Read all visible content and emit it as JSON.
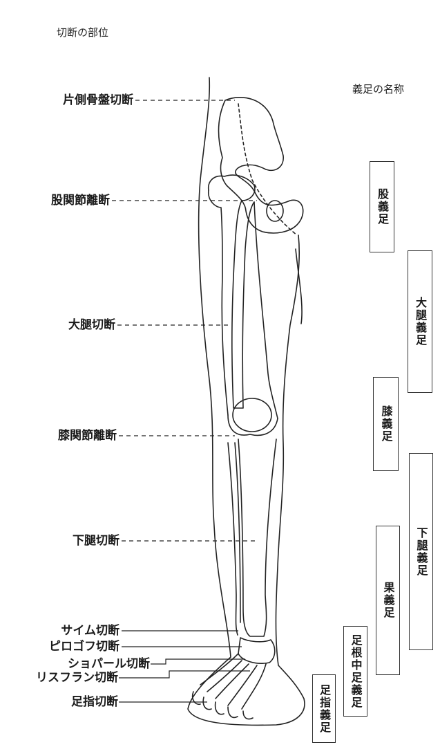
{
  "headers": {
    "amputation_level": "切断の部位",
    "prosthesis_name": "義足の名称"
  },
  "amputation_levels": [
    "片側骨盤切断",
    "股関節離断",
    "大腿切断",
    "膝関節離断",
    "下腿切断",
    "サイム切断",
    "ピロゴフ切断",
    "ショパール切断",
    "リスフラン切断",
    "足指切断"
  ],
  "prostheses": [
    "股義足",
    "大腿義足",
    "膝義足",
    "下腿義足",
    "果義足",
    "足根中足義足",
    "足指義足"
  ]
}
